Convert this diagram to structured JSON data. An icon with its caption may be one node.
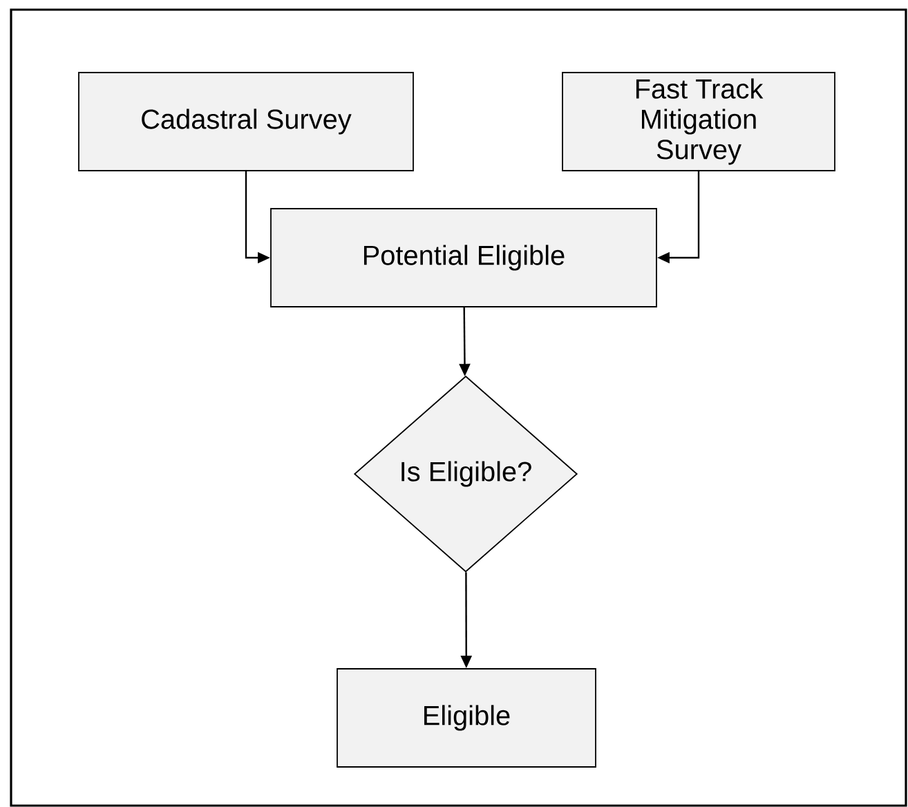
{
  "diagram": {
    "nodes": [
      {
        "text": [
          "Cadastral Survey"
        ]
      },
      {
        "text": [
          "Fast Track Mitigation Survey"
        ]
      },
      {
        "text": [
          "Potential Eligible"
        ]
      },
      {
        "text": [
          "Is Eligible?"
        ]
      },
      {
        "text": [
          "Eligible"
        ]
      }
    ],
    "edges": [
      {
        "from": 0,
        "to": 2,
        "arrow": "to"
      },
      {
        "from": 1,
        "to": 2,
        "arrow": "to"
      },
      {
        "from": 2,
        "to": 3,
        "arrow": "to"
      },
      {
        "from": 3,
        "to": 4,
        "arrow": "to"
      }
    ]
  }
}
